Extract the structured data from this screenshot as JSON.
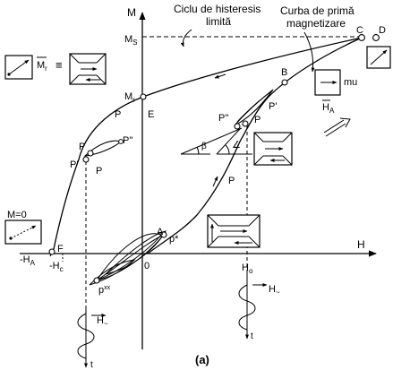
{
  "axes": {
    "y_label": "M",
    "x_label": "H",
    "origin": "0"
  },
  "levels": {
    "ms": "M",
    "ms_sub": "S",
    "mr": "M",
    "mr_sub": "r",
    "hc": "-H",
    "hc_sub": "c",
    "ha": "-H",
    "ha_sub": "A"
  },
  "titles": {
    "hysteresis_1": "Ciclu de histeresis",
    "hysteresis_2": "limită",
    "first_mag_1": "Curba de primă",
    "first_mag_2": "magnetizare"
  },
  "points": {
    "C": "C",
    "D": "D",
    "B": "B",
    "E": "E",
    "F": "F",
    "A": "A",
    "P_main": "P",
    "P_mid": "P",
    "P_low": "P",
    "P_left": "P",
    "Pp_left": "P'",
    "Ppp_left": "P''",
    "P_right": "P",
    "Pp_right": "P'",
    "Ppp_right": "P''",
    "p_star": "p*",
    "p_xx": "p",
    "p_xx_sup": "xx"
  },
  "symbols": {
    "mr_vec": "M",
    "mr_vec_sub": "r",
    "equiv": "≡",
    "m_zero": "M=0",
    "ha_field": "H",
    "ha_field_sub": "A",
    "mu": "mu",
    "beta": "β",
    "alpha": "∠"
  },
  "bottom_signals": {
    "left": {
      "field": "H",
      "field_sub": "~",
      "time": "t"
    },
    "right": {
      "h0": "H",
      "h0_sub": "o",
      "field": "H",
      "field_sub": "~",
      "time": "t"
    }
  },
  "caption": "(a)"
}
